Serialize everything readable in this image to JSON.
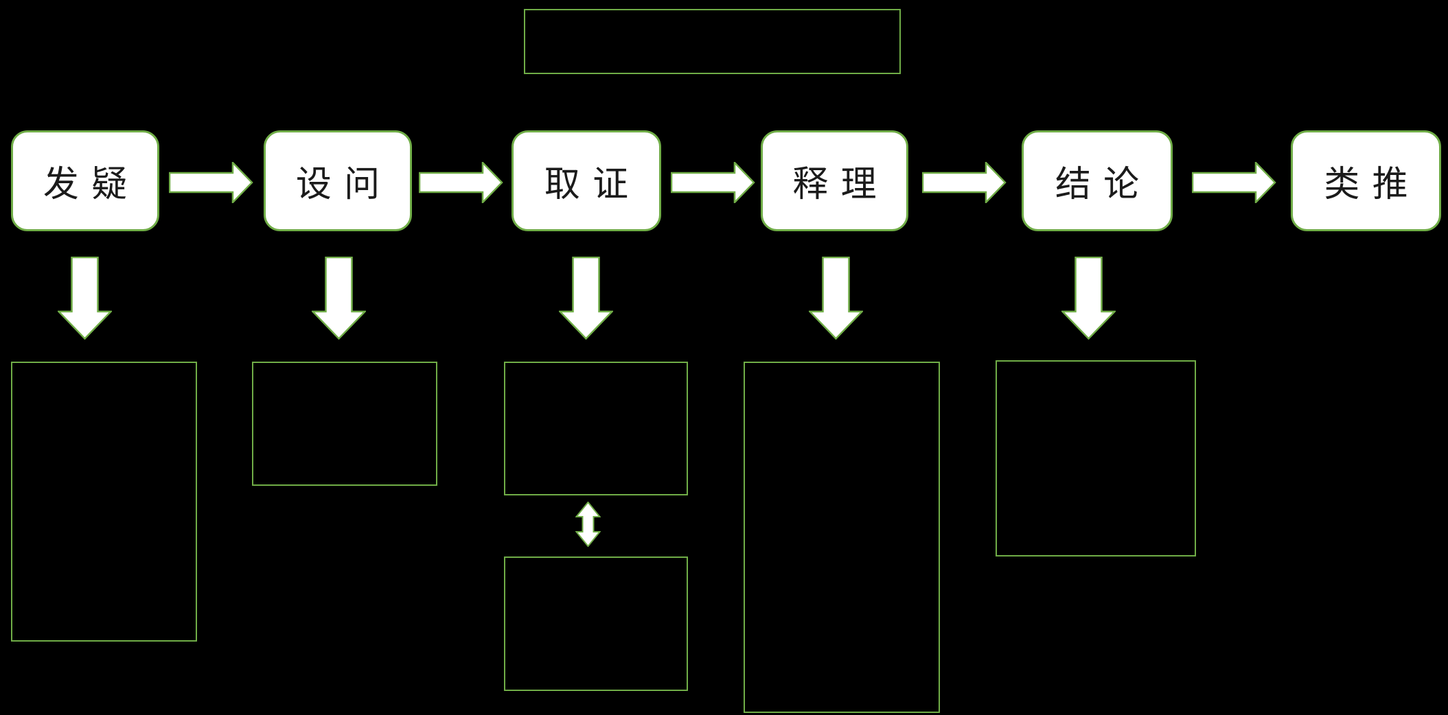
{
  "colors": {
    "background": "#000000",
    "accent_green": "#70AD47",
    "stage_box_fill": "#ffffff",
    "stage_text": "#1b1b1b"
  },
  "diagram": {
    "type": "flowchart",
    "direction": "left-to-right",
    "title_box": {
      "text": ""
    },
    "stages": [
      {
        "label": "发疑",
        "has_down_arrow": true,
        "note_box_count": 1
      },
      {
        "label": "设问",
        "has_down_arrow": true,
        "note_box_count": 1
      },
      {
        "label": "取证",
        "has_down_arrow": true,
        "note_box_count": 2,
        "notes_linked_by_double_arrow": true
      },
      {
        "label": "释理",
        "has_down_arrow": true,
        "note_box_count": 1
      },
      {
        "label": "结论",
        "has_down_arrow": true,
        "note_box_count": 1
      },
      {
        "label": "类推",
        "has_down_arrow": false,
        "note_box_count": 0
      }
    ],
    "note_boxes": [
      {
        "column": 1,
        "text": ""
      },
      {
        "column": 2,
        "text": ""
      },
      {
        "column": 3,
        "position": "upper",
        "text": ""
      },
      {
        "column": 3,
        "position": "lower",
        "text": ""
      },
      {
        "column": 4,
        "text": ""
      },
      {
        "column": 5,
        "text": ""
      }
    ]
  }
}
